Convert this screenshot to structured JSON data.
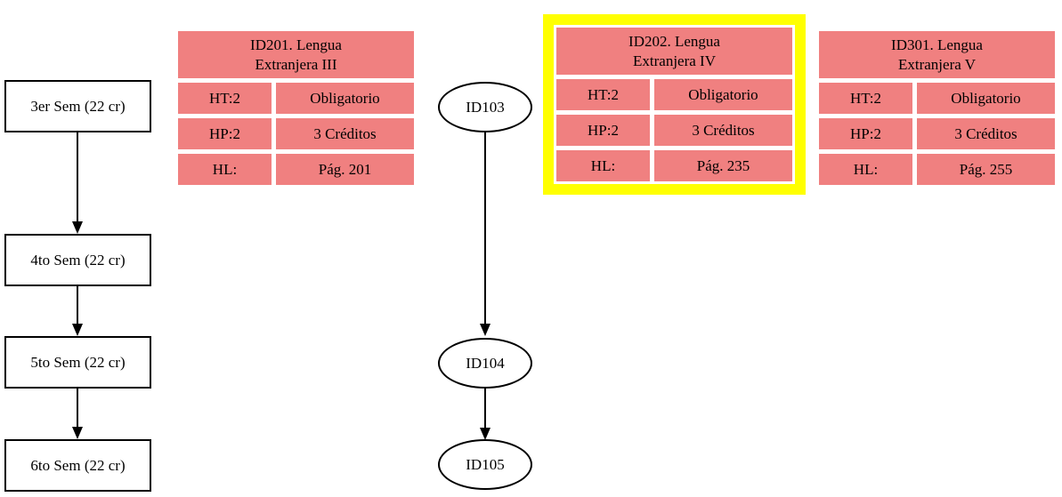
{
  "colors": {
    "cell_bg": "#f08080",
    "highlight": "#ffff00",
    "stroke": "#000000"
  },
  "semester_chain": [
    {
      "label": "3er Sem (22 cr)"
    },
    {
      "label": "4to Sem (22 cr)"
    },
    {
      "label": "5to Sem (22 cr)"
    },
    {
      "label": "6to Sem (22 cr)"
    }
  ],
  "course_chain": [
    {
      "label": "ID103"
    },
    {
      "label": "ID104"
    },
    {
      "label": "ID105"
    }
  ],
  "tables": [
    {
      "title_line1": "ID201. Lengua",
      "title_line2": "Extranjera III",
      "highlighted": false,
      "rows": [
        [
          "HT:2",
          "Obligatorio"
        ],
        [
          "HP:2",
          "3 Créditos"
        ],
        [
          "HL:",
          "Pág. 201"
        ]
      ]
    },
    {
      "title_line1": "ID202. Lengua",
      "title_line2": "Extranjera IV",
      "highlighted": true,
      "rows": [
        [
          "HT:2",
          "Obligatorio"
        ],
        [
          "HP:2",
          "3 Créditos"
        ],
        [
          "HL:",
          "Pág. 235"
        ]
      ]
    },
    {
      "title_line1": "ID301. Lengua",
      "title_line2": "Extranjera V",
      "highlighted": false,
      "rows": [
        [
          "HT:2",
          "Obligatorio"
        ],
        [
          "HP:2",
          "3 Créditos"
        ],
        [
          "HL:",
          "Pág. 255"
        ]
      ]
    }
  ]
}
